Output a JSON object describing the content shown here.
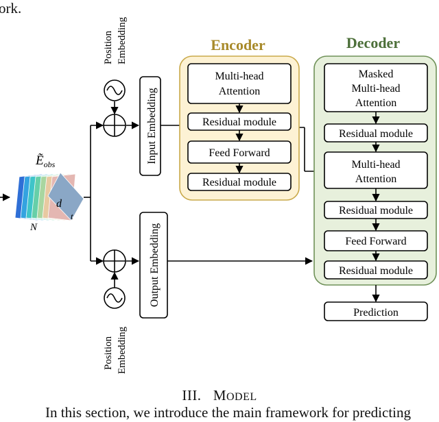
{
  "text_fragments": {
    "top_left": "ork.",
    "bottom": "In this section, we introduce the main framework for predicting"
  },
  "section_heading": {
    "numeral": "III.",
    "initial": "M",
    "rest": "ODEL"
  },
  "diagram": {
    "position_embedding_line1": "Position",
    "position_embedding_line2": "Embedding",
    "input_embedding": "Input Embedding",
    "output_embedding": "Output Embedding",
    "tensor_label": "Ẽ",
    "tensor_sub": "obs",
    "tensor_d": "d",
    "tensor_t": "t",
    "tensor_n": "N",
    "encoder": {
      "title": "Encoder",
      "mha_line1": "Multi-head",
      "mha_line2": "Attention",
      "residual1": "Residual module",
      "feed_forward": "Feed Forward",
      "residual2": "Residual module"
    },
    "decoder": {
      "title": "Decoder",
      "masked_line1": "Masked",
      "masked_line2": "Multi-head",
      "masked_line3": "Attention",
      "residual1": "Residual module",
      "mha_line1": "Multi-head",
      "mha_line2": "Attention",
      "residual2": "Residual module",
      "feed_forward": "Feed Forward",
      "residual3": "Residual module"
    },
    "prediction": "Prediction"
  },
  "colors": {
    "encoder_fill": "#fdf2d4",
    "encoder_stroke": "#c9a94a",
    "encoder_title": "#a88a2a",
    "decoder_fill": "#e7f0dc",
    "decoder_stroke": "#6f9158",
    "decoder_title": "#4c6f39",
    "tensor_layers": [
      "#2f6fd6",
      "#33a3e0",
      "#3fc4c9",
      "#66cfa8",
      "#a9d6a0",
      "#e8c9a1",
      "#e4b7b2"
    ],
    "tensor_front": "#8aa7c6"
  }
}
